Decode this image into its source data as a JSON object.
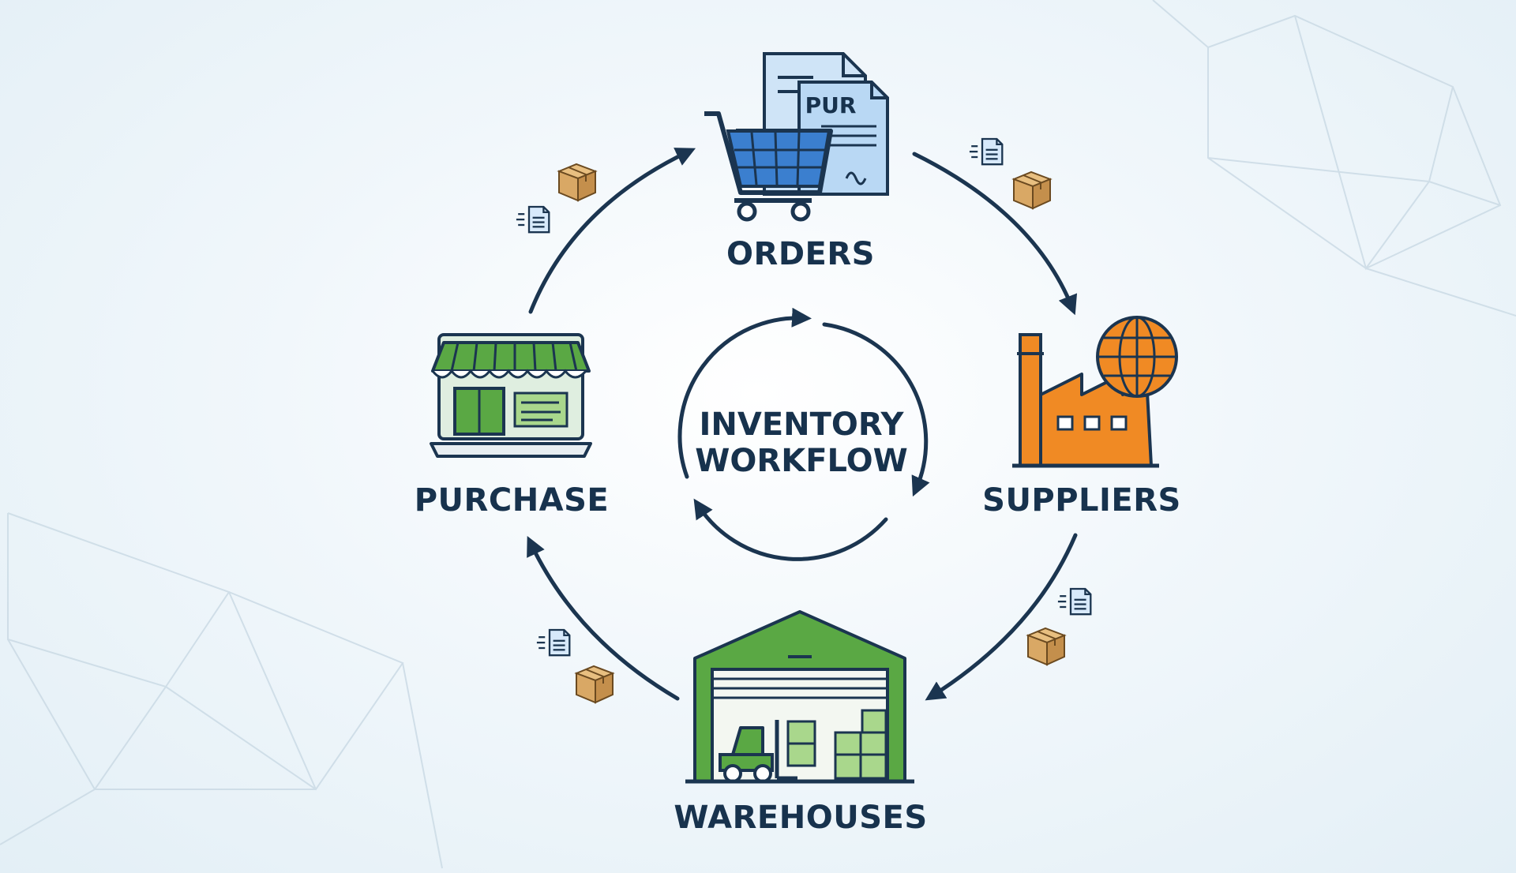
{
  "center": {
    "line1": "INVENTORY",
    "line2": "WORKFLOW"
  },
  "nodes": {
    "orders": {
      "label": "ORDERS",
      "doc_text": "PUR",
      "icon": "shopping-cart-documents-icon"
    },
    "suppliers": {
      "label": "SUPPLIERS",
      "icon": "factory-globe-icon"
    },
    "warehouses": {
      "label": "WAREHOUSES",
      "icon": "warehouse-forklift-icon"
    },
    "purchase": {
      "label": "PURCHASE",
      "icon": "online-storefront-icon"
    }
  },
  "colors": {
    "text": "#17324d",
    "arrow": "#1b3550",
    "blue": "#3b7fcf",
    "light_blue": "#cfe4f7",
    "orange": "#f08a24",
    "green": "#5aa844",
    "light_green": "#a9d78c",
    "box": "#d9a865"
  }
}
